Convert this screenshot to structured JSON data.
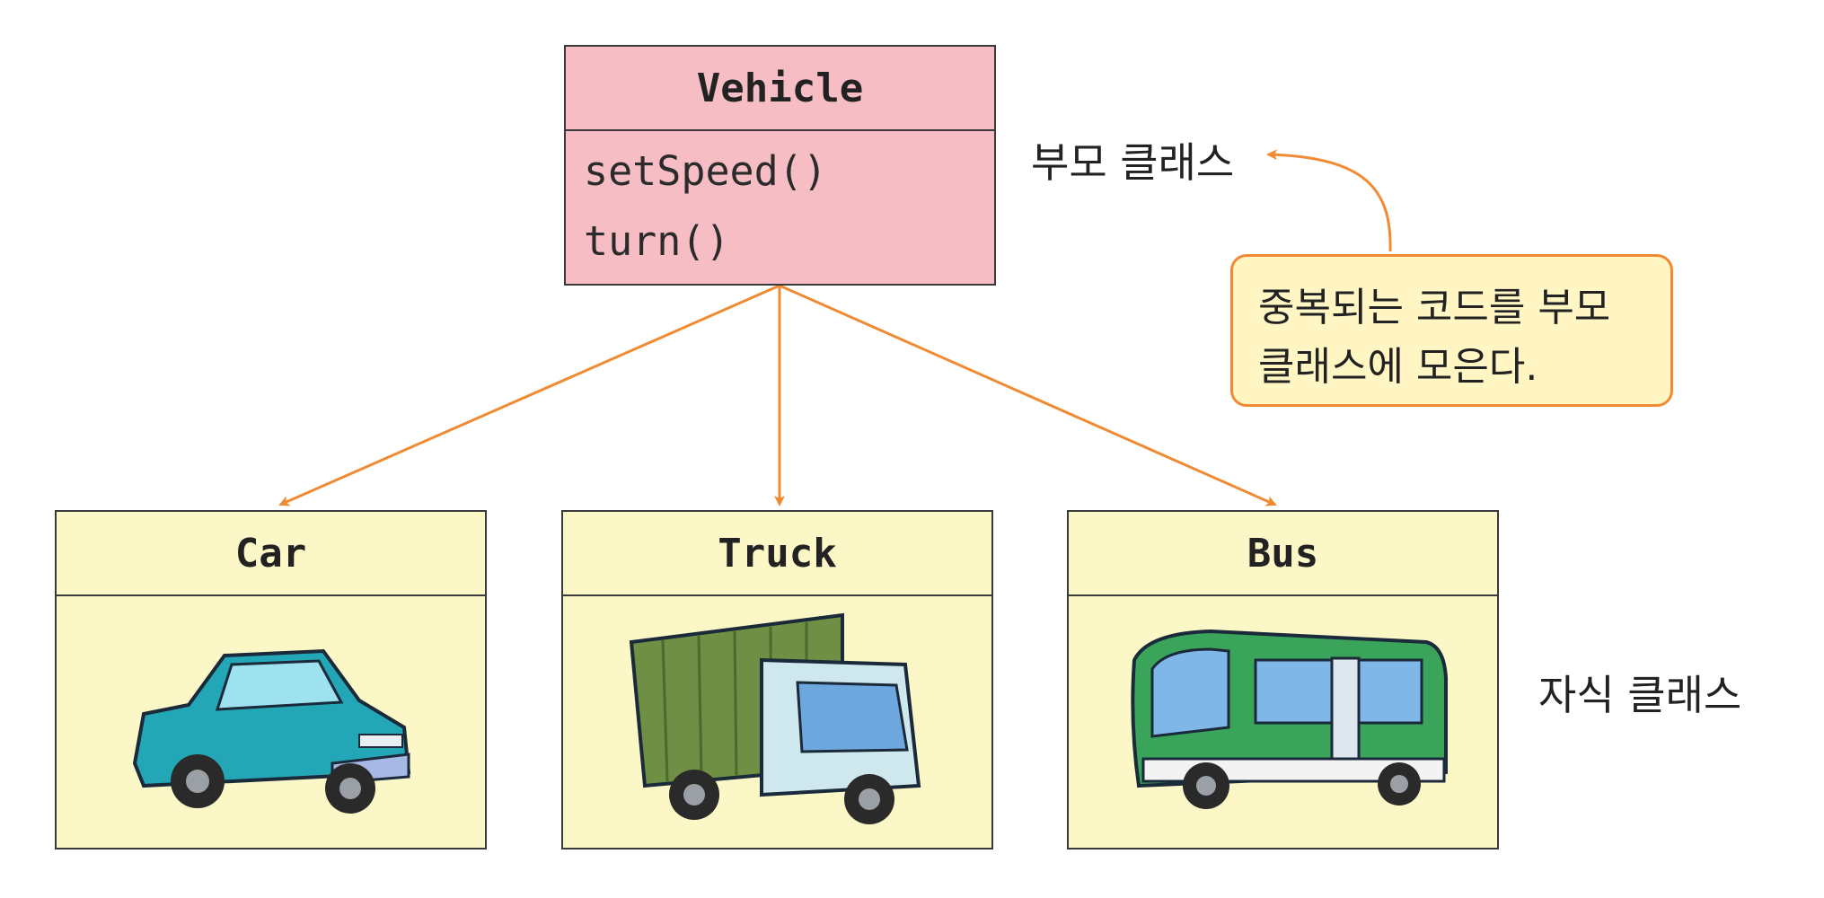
{
  "parent": {
    "name": "Vehicle",
    "methods": [
      "setSpeed()",
      "turn()"
    ],
    "label": "부모 클래스"
  },
  "note": {
    "lines": [
      "중복되는 코드를 부모",
      "클래스에 모은다."
    ]
  },
  "children": [
    {
      "name": "Car"
    },
    {
      "name": "Truck"
    },
    {
      "name": "Bus"
    }
  ],
  "child_label": "자식 클래스",
  "colors": {
    "arrow": "#f08b33",
    "parent_fill": "#f7bdc4",
    "child_fill": "#fcf7c7",
    "note_fill": "#fff6c4"
  },
  "icons": [
    "car-illustration",
    "truck-illustration",
    "bus-illustration"
  ]
}
